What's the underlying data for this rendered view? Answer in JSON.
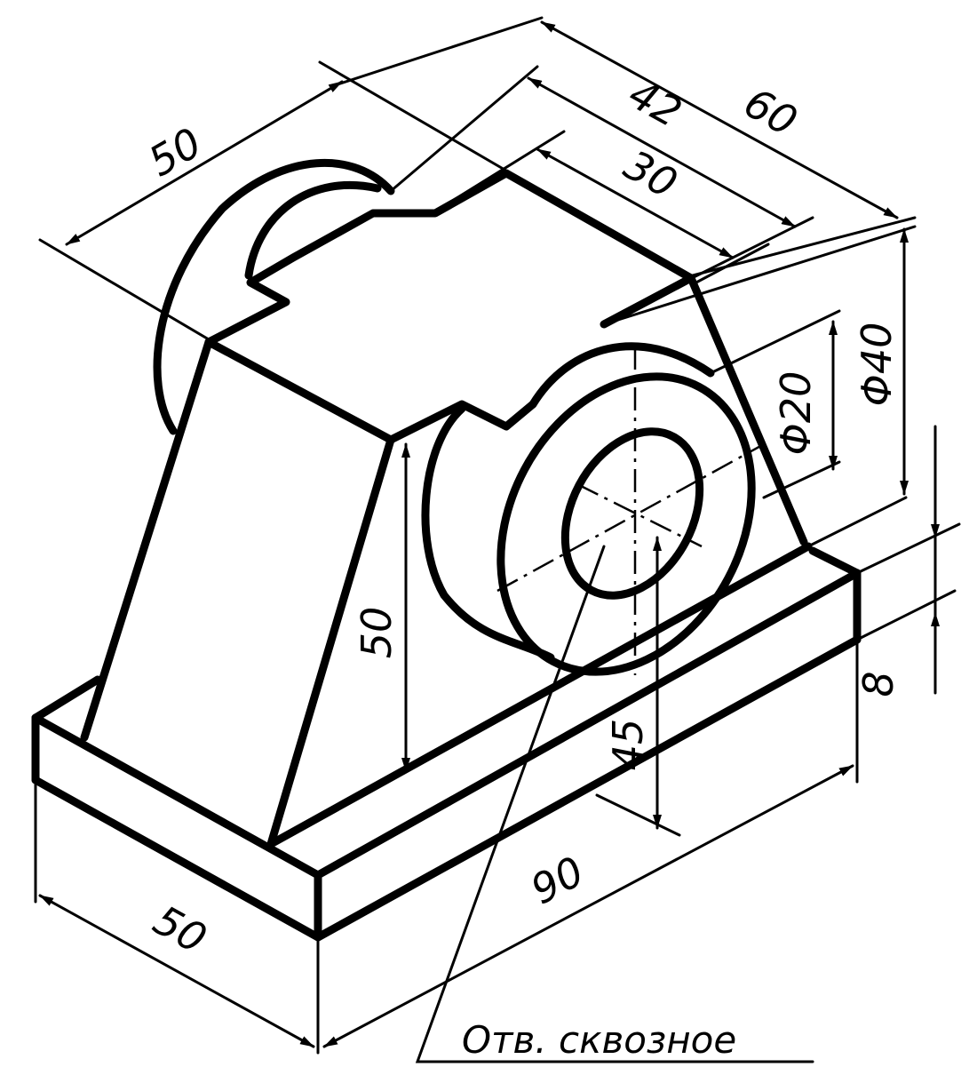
{
  "dimensions": {
    "top_length": "50",
    "overall_width": "60",
    "slot_width_outer": "42",
    "slot_width_inner": "30",
    "hole_diameter": "Φ20",
    "boss_diameter": "Φ40",
    "base_thickness": "8",
    "upright_height": "50",
    "hole_center_height": "45",
    "base_length": "90",
    "base_depth": "50"
  },
  "note": {
    "text": "Отв. сквозное"
  }
}
